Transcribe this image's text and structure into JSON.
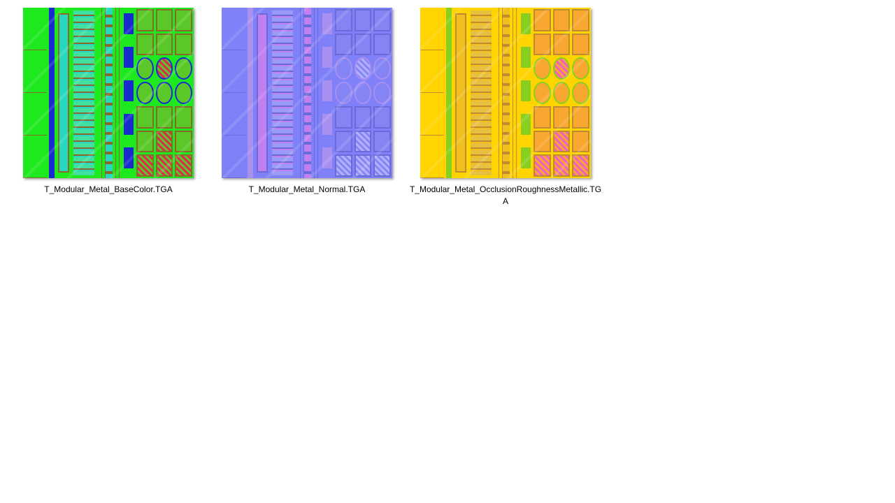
{
  "files": [
    {
      "name": "T_Modular_Metal_BaseColor.TGA",
      "colors": {
        "bg": "#1ee81e",
        "line": "#8a6a2a",
        "bar": "#1a2ad0",
        "slot": "#27d8c0",
        "rib": "#3fe0a0",
        "cell": "#5ac828",
        "accent": "#d8304a"
      }
    },
    {
      "name": "T_Modular_Metal_Normal.TGA",
      "colors": {
        "bg": "#8080f8",
        "line": "#6a6ad8",
        "bar": "#a890f0",
        "slot": "#c080f0",
        "rib": "#9a9af8",
        "cell": "#8484f4",
        "accent": "#b0b0ff"
      }
    },
    {
      "name": "T_Modular_Metal_OcclusionRoughnessMetallic.TGA",
      "colors": {
        "bg": "#ffd400",
        "line": "#c08a30",
        "bar": "#88d020",
        "slot": "#f0c020",
        "rib": "#e8c040",
        "cell": "#f8a830",
        "accent": "#f060c0"
      }
    }
  ]
}
